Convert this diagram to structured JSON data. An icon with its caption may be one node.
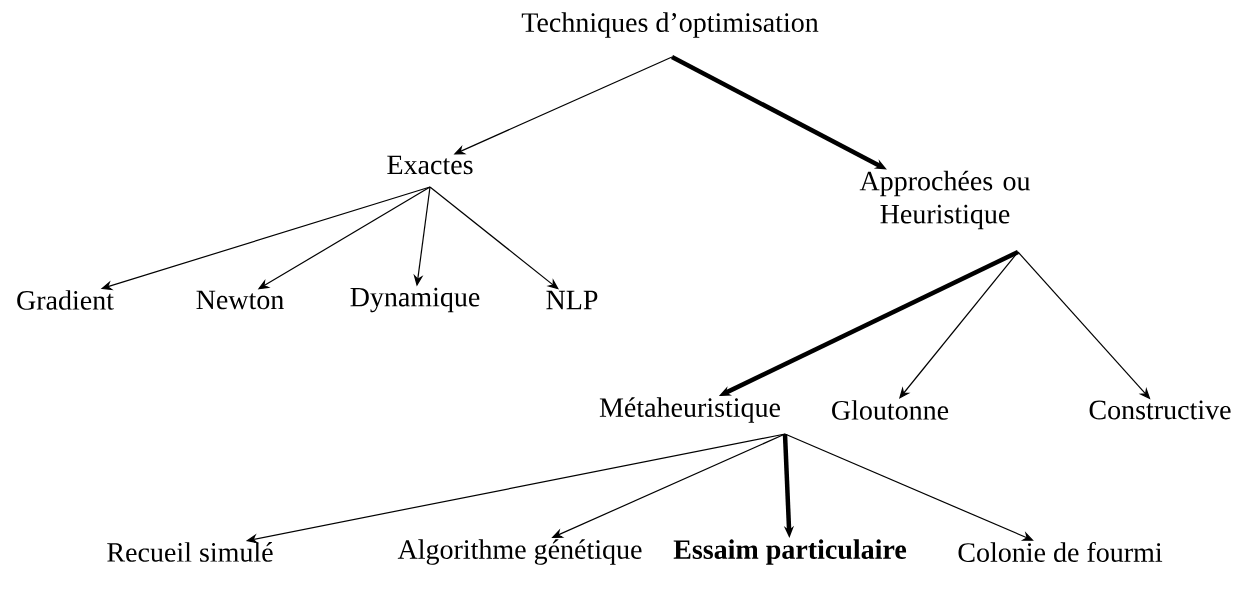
{
  "diagram": {
    "nodes": [
      {
        "text": [
          "Techniques d’optimisation"
        ]
      },
      {
        "text": [
          "Exactes"
        ]
      },
      {
        "text": [
          "Approchées ou Heuristique"
        ]
      },
      {
        "text": [
          "Gradient"
        ]
      },
      {
        "text": [
          "Newton"
        ]
      },
      {
        "text": [
          "Dynamique"
        ]
      },
      {
        "text": [
          "NLP"
        ]
      },
      {
        "text": [
          "Métaheuristique"
        ]
      },
      {
        "text": [
          "Gloutonne"
        ]
      },
      {
        "text": [
          "Constructive"
        ]
      },
      {
        "text": [
          "Recueil simulé"
        ]
      },
      {
        "text": [
          "Algorithme génétique"
        ]
      },
      {
        "text": [
          "Essaim particulaire"
        ]
      },
      {
        "text": [
          "Colonie de fourmi"
        ]
      }
    ],
    "edges": [
      {
        "from": 0,
        "to": 1,
        "arrow": "to"
      },
      {
        "from": 0,
        "to": 2,
        "arrow": "to",
        "style": "thick"
      },
      {
        "from": 1,
        "to": 3,
        "arrow": "to"
      },
      {
        "from": 1,
        "to": 4,
        "arrow": "to"
      },
      {
        "from": 1,
        "to": 5,
        "arrow": "to"
      },
      {
        "from": 1,
        "to": 6,
        "arrow": "to"
      },
      {
        "from": 2,
        "to": 7,
        "arrow": "to",
        "style": "thick"
      },
      {
        "from": 2,
        "to": 8,
        "arrow": "to"
      },
      {
        "from": 2,
        "to": 9,
        "arrow": "to"
      },
      {
        "from": 7,
        "to": 10,
        "arrow": "to"
      },
      {
        "from": 7,
        "to": 11,
        "arrow": "to"
      },
      {
        "from": 7,
        "to": 12,
        "arrow": "to",
        "style": "thick"
      },
      {
        "from": 7,
        "to": 13,
        "arrow": "to"
      }
    ]
  }
}
